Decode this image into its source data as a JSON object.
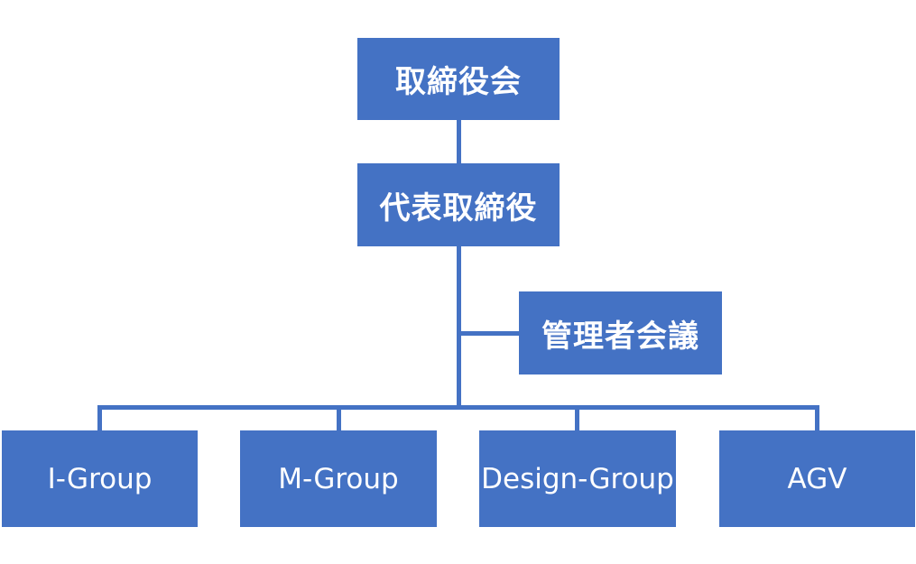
{
  "colors": {
    "box_fill": "#4472c4",
    "box_text": "#ffffff",
    "connector": "#4472c4",
    "background": "#ffffff"
  },
  "org_chart": {
    "board": "取締役会",
    "ceo": "代表取締役",
    "management_meeting": "管理者会議",
    "groups": [
      "I-Group",
      "M-Group",
      "Design-Group",
      "AGV"
    ]
  }
}
